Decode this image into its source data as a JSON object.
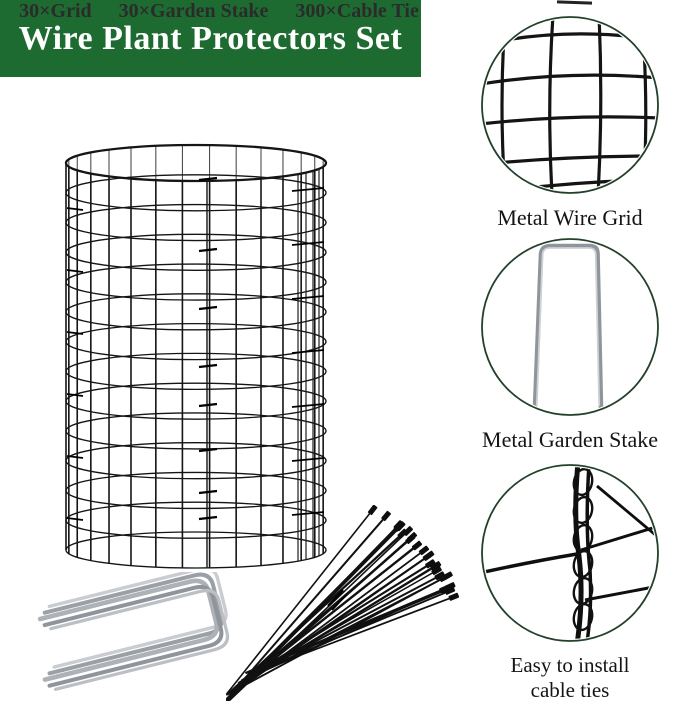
{
  "banner": {
    "title": "Wire Plant Protectors Set"
  },
  "contents": {
    "items": [
      {
        "text": "30×Grid"
      },
      {
        "text": "30×Garden Stake"
      },
      {
        "text": "300×Cable Tie"
      }
    ]
  },
  "features": [
    {
      "image": "wire-grid-closeup",
      "label_lines": [
        "Metal Wire Grid"
      ]
    },
    {
      "image": "garden-stake-closeup",
      "label_lines": [
        "Metal Garden Stake"
      ]
    },
    {
      "image": "cable-ties-on-wire-closeup",
      "label_lines": [
        "Easy to install",
        "cable ties"
      ]
    }
  ],
  "main_images": {
    "cage": "wire-mesh-cylinder-cage",
    "stakes": "u-shaped-garden-stakes-bundle",
    "ties": "black-cable-ties-bundle"
  },
  "colors": {
    "banner_bg": "#1d6b31",
    "banner_text": "#ffffff",
    "subtitle_text": "#2b2b2b",
    "label_text": "#141414",
    "circle_border": "#24402a",
    "wire": "#151515",
    "stake_metal": "#aeb2b7",
    "tie_black": "#0e0e0e"
  }
}
